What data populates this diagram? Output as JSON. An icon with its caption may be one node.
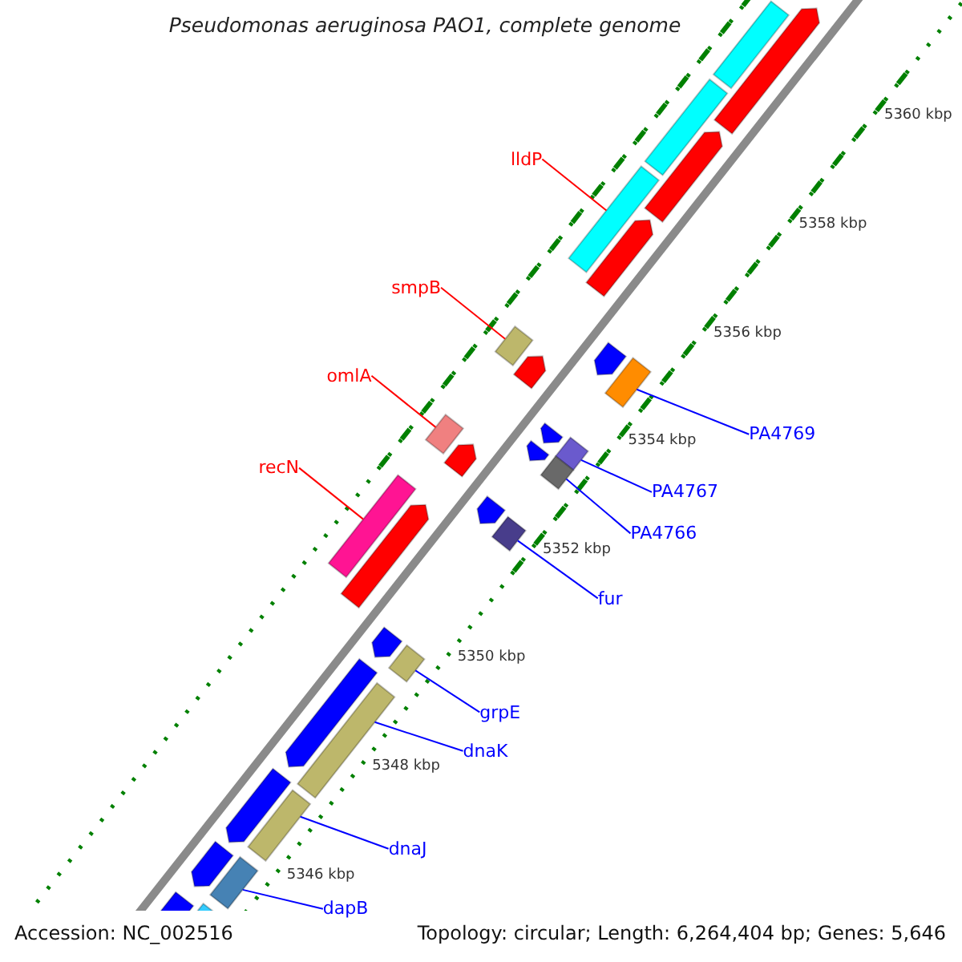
{
  "diagram": {
    "title": "Pseudomonas aeruginosa PAO1, complete genome",
    "nodes": [
      {
        "text": [
          "lldP"
        ]
      },
      {
        "text": [
          "smpB"
        ]
      },
      {
        "text": [
          "omlA"
        ]
      },
      {
        "text": [
          "recN"
        ]
      },
      {
        "text": [
          "PA4769"
        ]
      },
      {
        "text": [
          "PA4767"
        ]
      },
      {
        "text": [
          "PA4766"
        ]
      },
      {
        "text": [
          "fur"
        ]
      },
      {
        "text": [
          "grpE"
        ]
      },
      {
        "text": [
          "dnaK"
        ]
      },
      {
        "text": [
          "dnaJ"
        ]
      },
      {
        "text": [
          "dapB"
        ]
      },
      {
        "text": [],
        "shape": "bar"
      },
      {
        "text": [],
        "shape": "bar"
      },
      {
        "text": [],
        "shape": "bar"
      },
      {
        "text": [],
        "shape": "bar"
      },
      {
        "text": [],
        "shape": "bar"
      },
      {
        "text": [],
        "shape": "bar"
      },
      {
        "text": [],
        "shape": "bar"
      },
      {
        "text": [],
        "shape": "bar"
      },
      {
        "text": [],
        "shape": "bar"
      },
      {
        "text": [],
        "shape": "bar"
      },
      {
        "text": [],
        "shape": "bar"
      },
      {
        "text": [],
        "shape": "bar"
      },
      {
        "text": [],
        "shape": "bar"
      },
      {
        "text": [],
        "shape": "bar"
      },
      {
        "text": [],
        "shape": "bar"
      },
      {
        "text": [],
        "shape": "bar"
      },
      {
        "text": [],
        "shape": "bar"
      },
      {
        "text": [],
        "shape": "bar"
      },
      {
        "text": [],
        "shape": "bar"
      },
      {
        "text": [],
        "shape": "bar"
      },
      {
        "text": [],
        "shape": "bar"
      },
      {
        "text": [],
        "shape": "bar"
      },
      {
        "text": [],
        "shape": "bar"
      },
      {
        "text": [],
        "shape": "bar"
      },
      {
        "text": [],
        "shape": "bar"
      },
      {
        "text": [],
        "shape": "bar"
      },
      {
        "text": [],
        "shape": "bar"
      },
      {
        "text": [],
        "shape": "bar"
      },
      {
        "text": [],
        "shape": "bar"
      },
      {
        "text": [],
        "shape": "bar"
      }
    ],
    "edges": [
      {
        "from": 0,
        "to": 12,
        "arrow": "none",
        "color": "#ff0000"
      },
      {
        "from": 1,
        "to": 13,
        "arrow": "none",
        "color": "#ff0000"
      },
      {
        "from": 2,
        "to": 14,
        "arrow": "none",
        "color": "#ff0000"
      },
      {
        "from": 3,
        "to": 15,
        "arrow": "none",
        "color": "#ff0000"
      },
      {
        "from": 4,
        "to": 16,
        "arrow": "none"
      },
      {
        "from": 5,
        "to": 17,
        "arrow": "none"
      },
      {
        "from": 6,
        "to": 18,
        "arrow": "none"
      },
      {
        "from": 7,
        "to": 19,
        "arrow": "none"
      },
      {
        "from": 8,
        "to": 20,
        "arrow": "none"
      },
      {
        "from": 9,
        "to": 21,
        "arrow": "none"
      },
      {
        "from": 10,
        "to": 22,
        "arrow": "none"
      },
      {
        "from": 11,
        "to": 23,
        "arrow": "none"
      }
    ],
    "labels": [
      "5360 kbp",
      "5358 kbp",
      "5356 kbp",
      "5354 kbp",
      "5352 kbp",
      "5350 kbp",
      "5348 kbp",
      "5346 kbp",
      "Accession: NC_002516",
      "Topology: circular; Length: 6,264,404 bp; Genes: 5,646"
    ]
  }
}
